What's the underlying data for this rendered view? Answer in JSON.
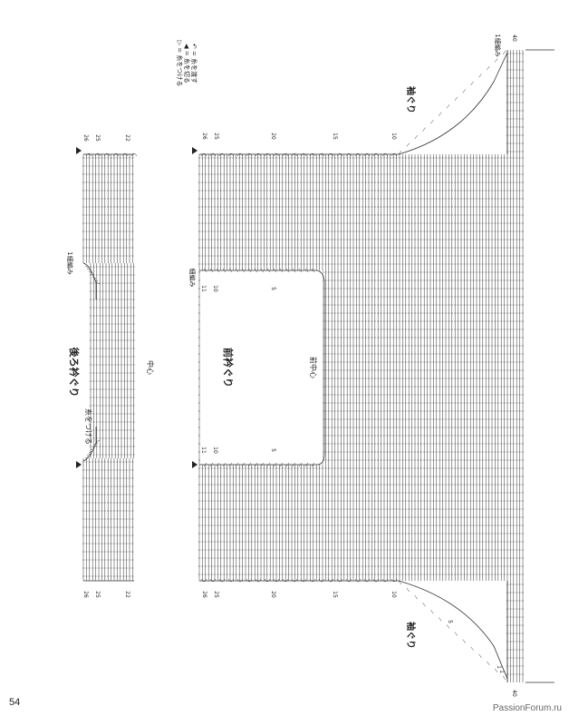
{
  "labels": {
    "back_neckline": "後ろ衿ぐり",
    "front_neckline": "前衿ぐり",
    "armhole": "袖ぐり",
    "center": "中心",
    "center_front": "前中心",
    "attach_yarn": "糸をつける",
    "single_crochet": "1細編み",
    "sc": "細編み"
  },
  "legend": [
    {
      "symbol": "▷",
      "text": "= 糸をつける"
    },
    {
      "symbol": "◀",
      "text": "= 糸を切る"
    },
    {
      "symbol": "↶",
      "text": "= 糸を渡す"
    }
  ],
  "row_numbers": {
    "back_top": [
      "26",
      "25",
      "22"
    ],
    "back_bottom": [
      "26",
      "25",
      "22"
    ],
    "front_top": [
      "26",
      "25",
      "20",
      "15",
      "10"
    ],
    "front_bottom": [
      "26",
      "25",
      "20",
      "15",
      "10",
      "5",
      "1"
    ],
    "neck_inner": [
      "11",
      "10",
      "5"
    ],
    "sleeve": [
      "1",
      "40"
    ]
  },
  "page_number": "54",
  "watermark": "PassionForum.ru"
}
